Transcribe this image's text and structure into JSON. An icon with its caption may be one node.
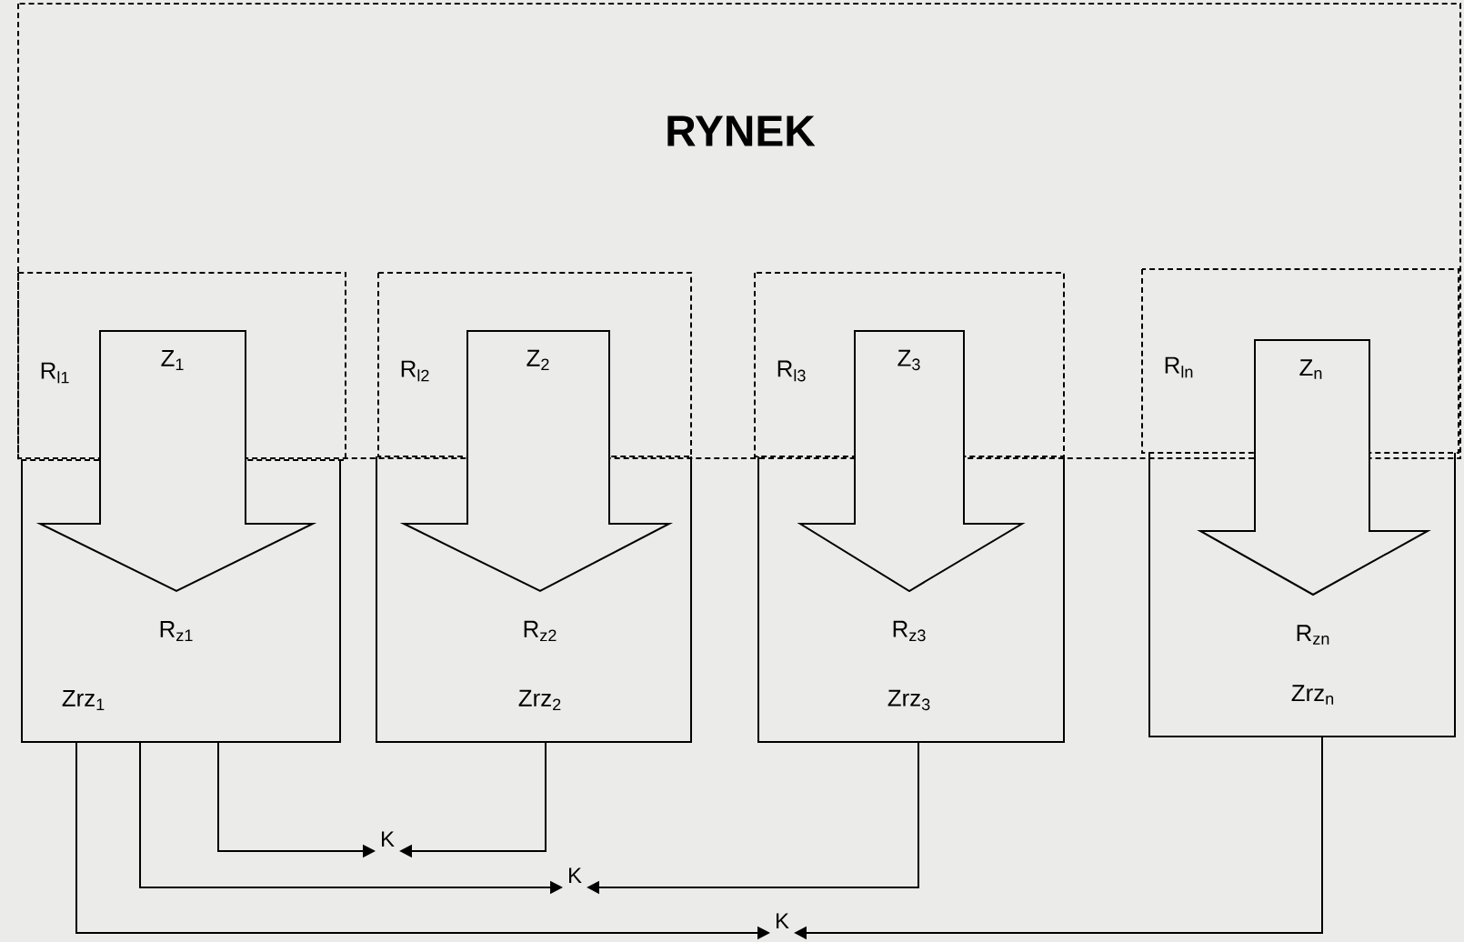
{
  "diagram": {
    "nodes": [
      {
        "text": [
          "RYNEK"
        ]
      },
      {
        "text": [
          "R$_{l1}$"
        ],
        "in": 0
      },
      {
        "text": [
          "R$_{l2}$"
        ],
        "in": 0
      },
      {
        "text": [
          "R$_{l3}$"
        ],
        "in": 0
      },
      {
        "text": [
          "R$_{ln}$"
        ],
        "in": 0
      },
      {
        "text": [
          "R$_{z1}$",
          "Zrz$_{1}$"
        ]
      },
      {
        "text": [
          "R$_{z2}$",
          "Zrz$_{2}$"
        ]
      },
      {
        "text": [
          "R$_{z3}$",
          "Zrz$_{3}$"
        ]
      },
      {
        "text": [
          "R$_{zn}$",
          "Zrz$_{n}$"
        ]
      },
      {
        "text": [
          "K"
        ]
      },
      {
        "text": [
          "K"
        ]
      },
      {
        "text": [
          "K"
        ]
      }
    ],
    "edges": [
      {
        "from": 1,
        "to": 5,
        "arrow": "to",
        "label": "Z$_{1}$",
        "style": "thick"
      },
      {
        "from": 2,
        "to": 6,
        "arrow": "to",
        "label": "Z$_{2}$",
        "style": "thick"
      },
      {
        "from": 3,
        "to": 7,
        "arrow": "to",
        "label": "Z$_{3}$",
        "style": "thick"
      },
      {
        "from": 4,
        "to": 8,
        "arrow": "to",
        "label": "Z$_{n}$",
        "style": "thick"
      },
      {
        "from": 5,
        "to": 9,
        "arrow": "to"
      },
      {
        "from": 6,
        "to": 9,
        "arrow": "to"
      },
      {
        "from": 5,
        "to": 10,
        "arrow": "to"
      },
      {
        "from": 7,
        "to": 10,
        "arrow": "to"
      },
      {
        "from": 5,
        "to": 11,
        "arrow": "to"
      },
      {
        "from": 8,
        "to": 11,
        "arrow": "to"
      }
    ]
  }
}
